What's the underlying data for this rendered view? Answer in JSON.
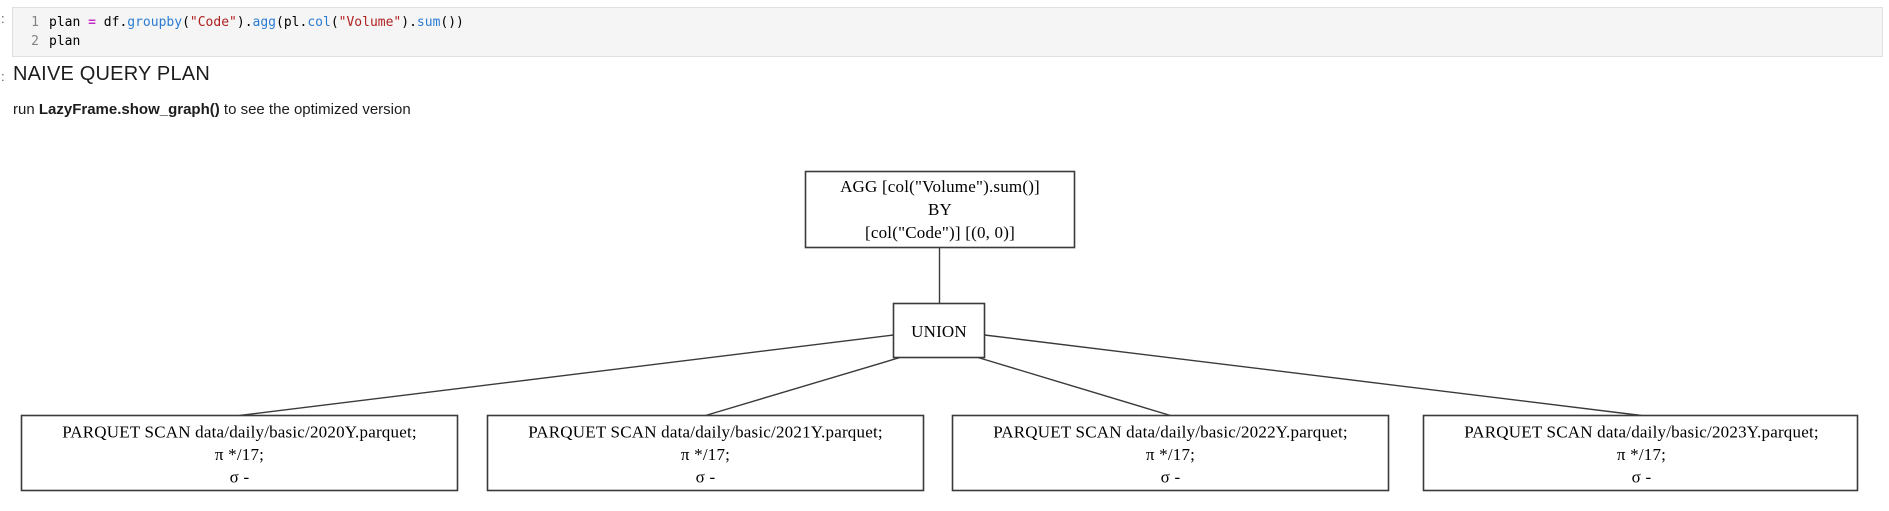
{
  "prompts": {
    "cell_marker": ":",
    "output_marker": ":"
  },
  "code_cell": {
    "lines": [
      {
        "number": "1",
        "tokens": [
          {
            "text": "plan ",
            "type": "plain"
          },
          {
            "text": "=",
            "type": "operator"
          },
          {
            "text": " df.",
            "type": "plain"
          },
          {
            "text": "groupby",
            "type": "function"
          },
          {
            "text": "(",
            "type": "plain"
          },
          {
            "text": "\"Code\"",
            "type": "string"
          },
          {
            "text": ").",
            "type": "plain"
          },
          {
            "text": "agg",
            "type": "function"
          },
          {
            "text": "(pl.",
            "type": "plain"
          },
          {
            "text": "col",
            "type": "function"
          },
          {
            "text": "(",
            "type": "plain"
          },
          {
            "text": "\"Volume\"",
            "type": "string"
          },
          {
            "text": ").",
            "type": "plain"
          },
          {
            "text": "sum",
            "type": "function"
          },
          {
            "text": "())",
            "type": "plain"
          }
        ]
      },
      {
        "number": "2",
        "tokens": [
          {
            "text": "plan",
            "type": "plain"
          }
        ]
      }
    ]
  },
  "output": {
    "title": "NAIVE QUERY PLAN",
    "subtitle_prefix": "run ",
    "subtitle_bold": "LazyFrame.show_graph()",
    "subtitle_suffix": " to see the optimized version"
  },
  "diagram": {
    "agg_node": {
      "lines": [
        "AGG [col(\"Volume\").sum()]",
        "BY",
        "[col(\"Code\")] [(0, 0)]"
      ]
    },
    "union_node": {
      "label": "UNION"
    },
    "scan_nodes": [
      {
        "lines": [
          "PARQUET SCAN data/daily/basic/2020Y.parquet;",
          "π */17;",
          "σ -"
        ]
      },
      {
        "lines": [
          "PARQUET SCAN data/daily/basic/2021Y.parquet;",
          "π */17;",
          "σ -"
        ]
      },
      {
        "lines": [
          "PARQUET SCAN data/daily/basic/2022Y.parquet;",
          "π */17;",
          "σ -"
        ]
      },
      {
        "lines": [
          "PARQUET SCAN data/daily/basic/2023Y.parquet;",
          "π */17;",
          "σ -"
        ]
      }
    ]
  },
  "colors": {
    "code-bg": "#f5f5f5",
    "code-border": "#e0e0e0",
    "code-plain": "#000000",
    "code-operator": "#c22fc2",
    "code-function": "#2b7cd3",
    "code-string": "#b02121",
    "line-number": "#848484",
    "prompt-marker": "#5f5f5f",
    "text": "#1c1c1c",
    "diagram-stroke": "#3a3a3a",
    "diagram-text": "#000000",
    "page-bg": "#ffffff"
  }
}
